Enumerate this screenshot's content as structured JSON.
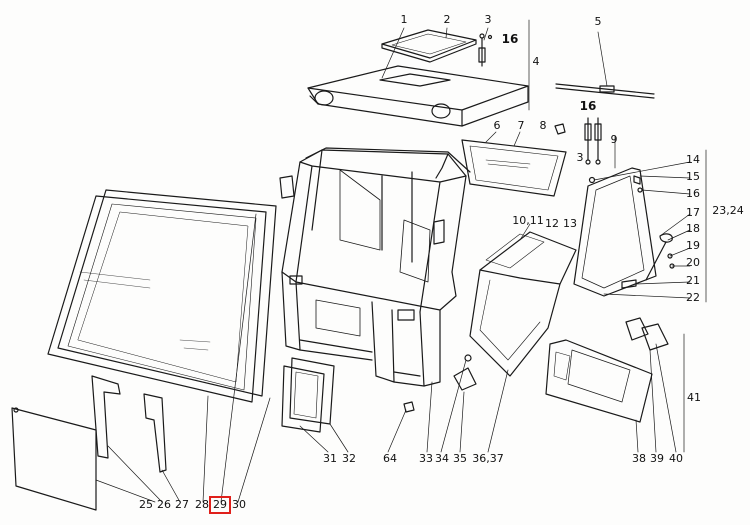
{
  "diagram": {
    "callouts": [
      {
        "id": "c1",
        "text": "1"
      },
      {
        "id": "c2",
        "text": "2"
      },
      {
        "id": "c3a",
        "text": "3"
      },
      {
        "id": "c16a",
        "text": "16"
      },
      {
        "id": "c4",
        "text": "4"
      },
      {
        "id": "c5",
        "text": "5"
      },
      {
        "id": "c6",
        "text": "6"
      },
      {
        "id": "c7",
        "text": "7"
      },
      {
        "id": "c8",
        "text": "8"
      },
      {
        "id": "c16b",
        "text": "16"
      },
      {
        "id": "c9",
        "text": "9"
      },
      {
        "id": "c3b",
        "text": "3"
      },
      {
        "id": "c14",
        "text": "14"
      },
      {
        "id": "c15",
        "text": "15"
      },
      {
        "id": "c16c",
        "text": "16"
      },
      {
        "id": "c17",
        "text": "17"
      },
      {
        "id": "c18",
        "text": "18"
      },
      {
        "id": "c19",
        "text": "19"
      },
      {
        "id": "c20",
        "text": "20"
      },
      {
        "id": "c21",
        "text": "21"
      },
      {
        "id": "c22",
        "text": "22"
      },
      {
        "id": "c2324",
        "text": "23,24"
      },
      {
        "id": "c1011",
        "text": "10,11"
      },
      {
        "id": "c12",
        "text": "12"
      },
      {
        "id": "c13",
        "text": "13"
      },
      {
        "id": "c25",
        "text": "25"
      },
      {
        "id": "c26",
        "text": "26"
      },
      {
        "id": "c27",
        "text": "27"
      },
      {
        "id": "c28",
        "text": "28"
      },
      {
        "id": "c29",
        "text": "29",
        "highlighted": true
      },
      {
        "id": "c30",
        "text": "30"
      },
      {
        "id": "c31",
        "text": "31"
      },
      {
        "id": "c32",
        "text": "32"
      },
      {
        "id": "c64",
        "text": "64"
      },
      {
        "id": "c33",
        "text": "33"
      },
      {
        "id": "c34",
        "text": "34"
      },
      {
        "id": "c35",
        "text": "35"
      },
      {
        "id": "c3637",
        "text": "36,37"
      },
      {
        "id": "c38",
        "text": "38"
      },
      {
        "id": "c39",
        "text": "39"
      },
      {
        "id": "c40",
        "text": "40"
      },
      {
        "id": "c41",
        "text": "41"
      }
    ],
    "highlight_color": "#e0201b"
  }
}
